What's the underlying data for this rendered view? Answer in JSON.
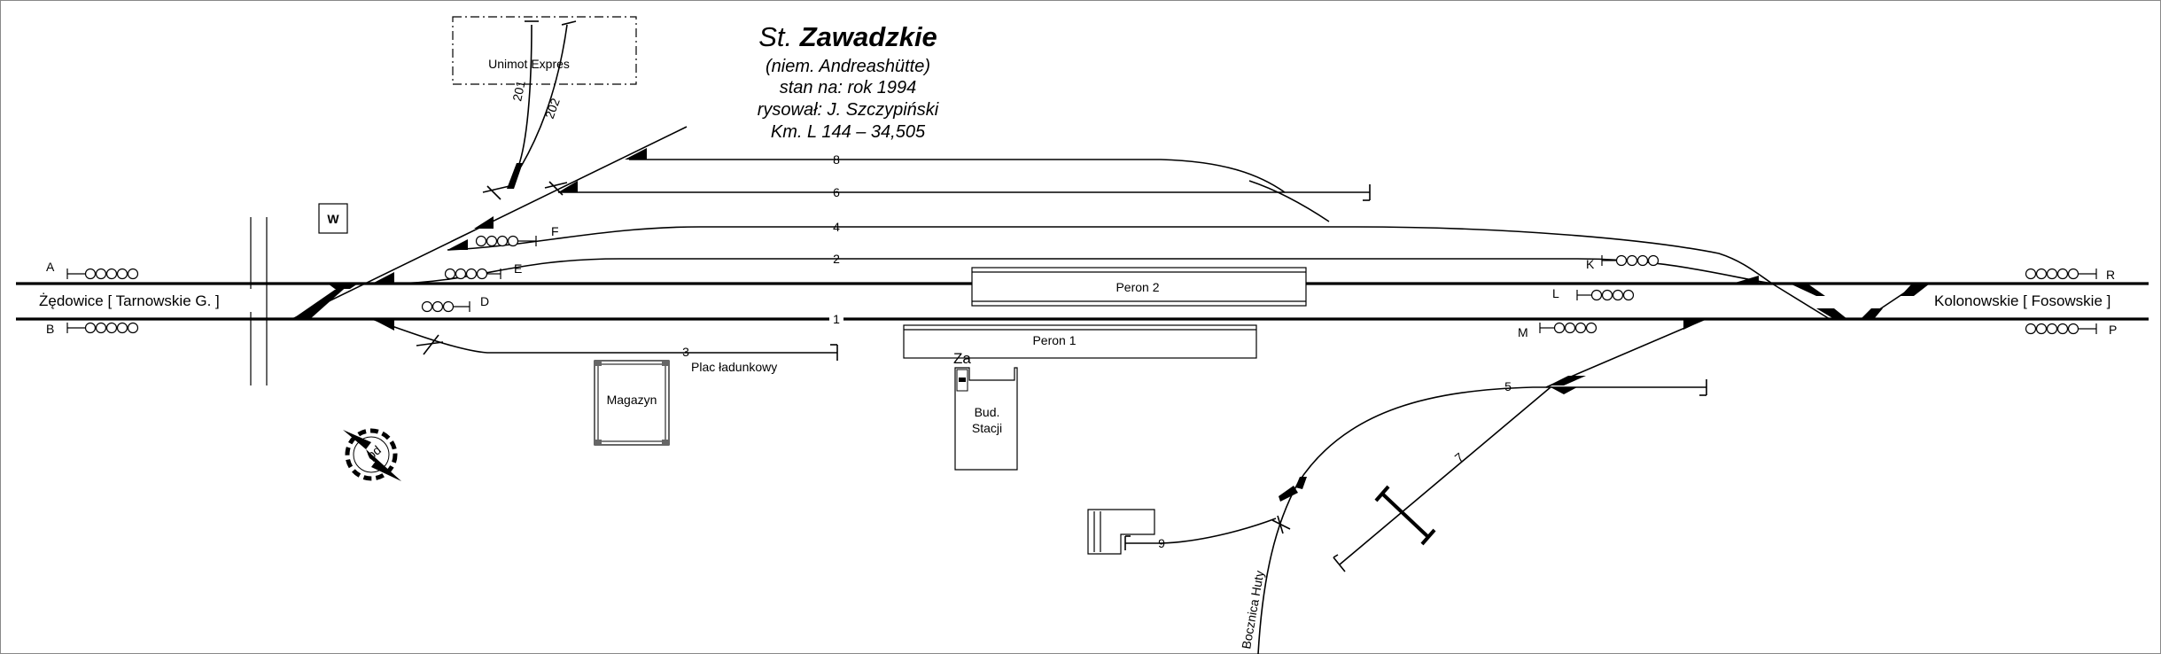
{
  "station": {
    "title_prefix": "St.",
    "title_name": "Zawadzkie",
    "german_name": "(niem. Andreashütte)",
    "state": "stan na: rok 1994",
    "author": "rysował: J. Szczypiński",
    "km": "Km. L 144 – 34,505"
  },
  "directions": {
    "left": "Żędowice [ Tarnowskie G. ]",
    "right": "Kolonowskie [ Fosowskie ]"
  },
  "tracks": {
    "t1": "1",
    "t2": "2",
    "t3": "3",
    "t4": "4",
    "t5": "5",
    "t6": "6",
    "t7": "7",
    "t8": "8",
    "t9": "9",
    "t201": "201",
    "t202": "202"
  },
  "signals": {
    "A": "A",
    "B": "B",
    "D": "D",
    "E": "E",
    "F": "F",
    "K": "K",
    "L": "L",
    "M": "M",
    "P": "P",
    "R": "R"
  },
  "buildings": {
    "unimot": "Unimot Expres",
    "w": "W",
    "magazyn": "Magazyn",
    "peron1": "Peron 1",
    "peron2": "Peron 2",
    "za": "Za",
    "bud_line1": "Bud.",
    "bud_line2": "Stacji",
    "plac": "Plac ładunkowy",
    "bocznica": "Bocznica Huty"
  },
  "compass": {
    "label": "pd"
  }
}
